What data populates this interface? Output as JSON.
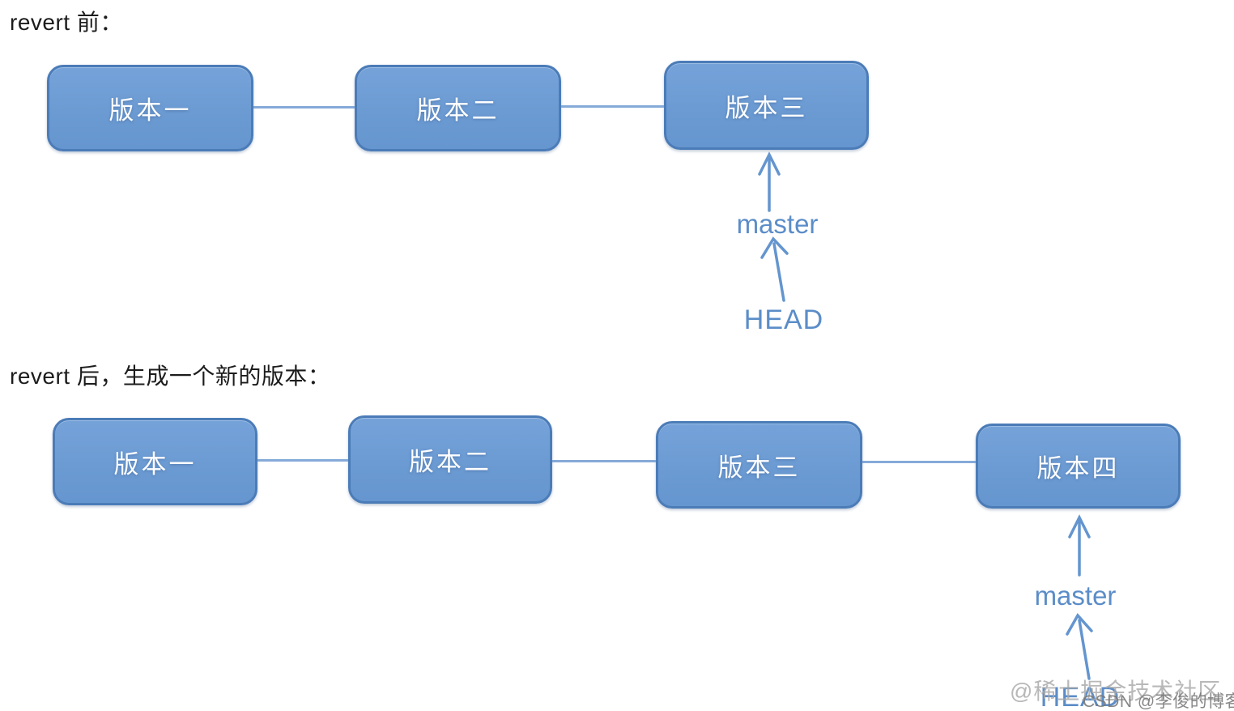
{
  "sections": {
    "before": {
      "title": "revert 前：",
      "nodes": [
        "版本一",
        "版本二",
        "版本三"
      ],
      "branch_label": "master",
      "head_label": "HEAD"
    },
    "after": {
      "title": "revert 后，生成一个新的版本：",
      "nodes": [
        "版本一",
        "版本二",
        "版本三",
        "版本四"
      ],
      "branch_label": "master",
      "head_label": "HEAD"
    }
  },
  "watermarks": {
    "community": "@稀土掘金技术社区",
    "csdn": "CSDN @李俊的博客"
  },
  "colors": {
    "node_fill": "#6b9ad2",
    "node_border": "#4b7cb8",
    "node_text": "#ffffff",
    "connector": "#85aad8",
    "arrow": "#6495cf",
    "pointer_label_text": "#5b8dc8",
    "title_text": "#1c1c1c",
    "watermark_light": "#a8a8a8",
    "watermark_dark": "#767676",
    "background": "#ffffff"
  }
}
